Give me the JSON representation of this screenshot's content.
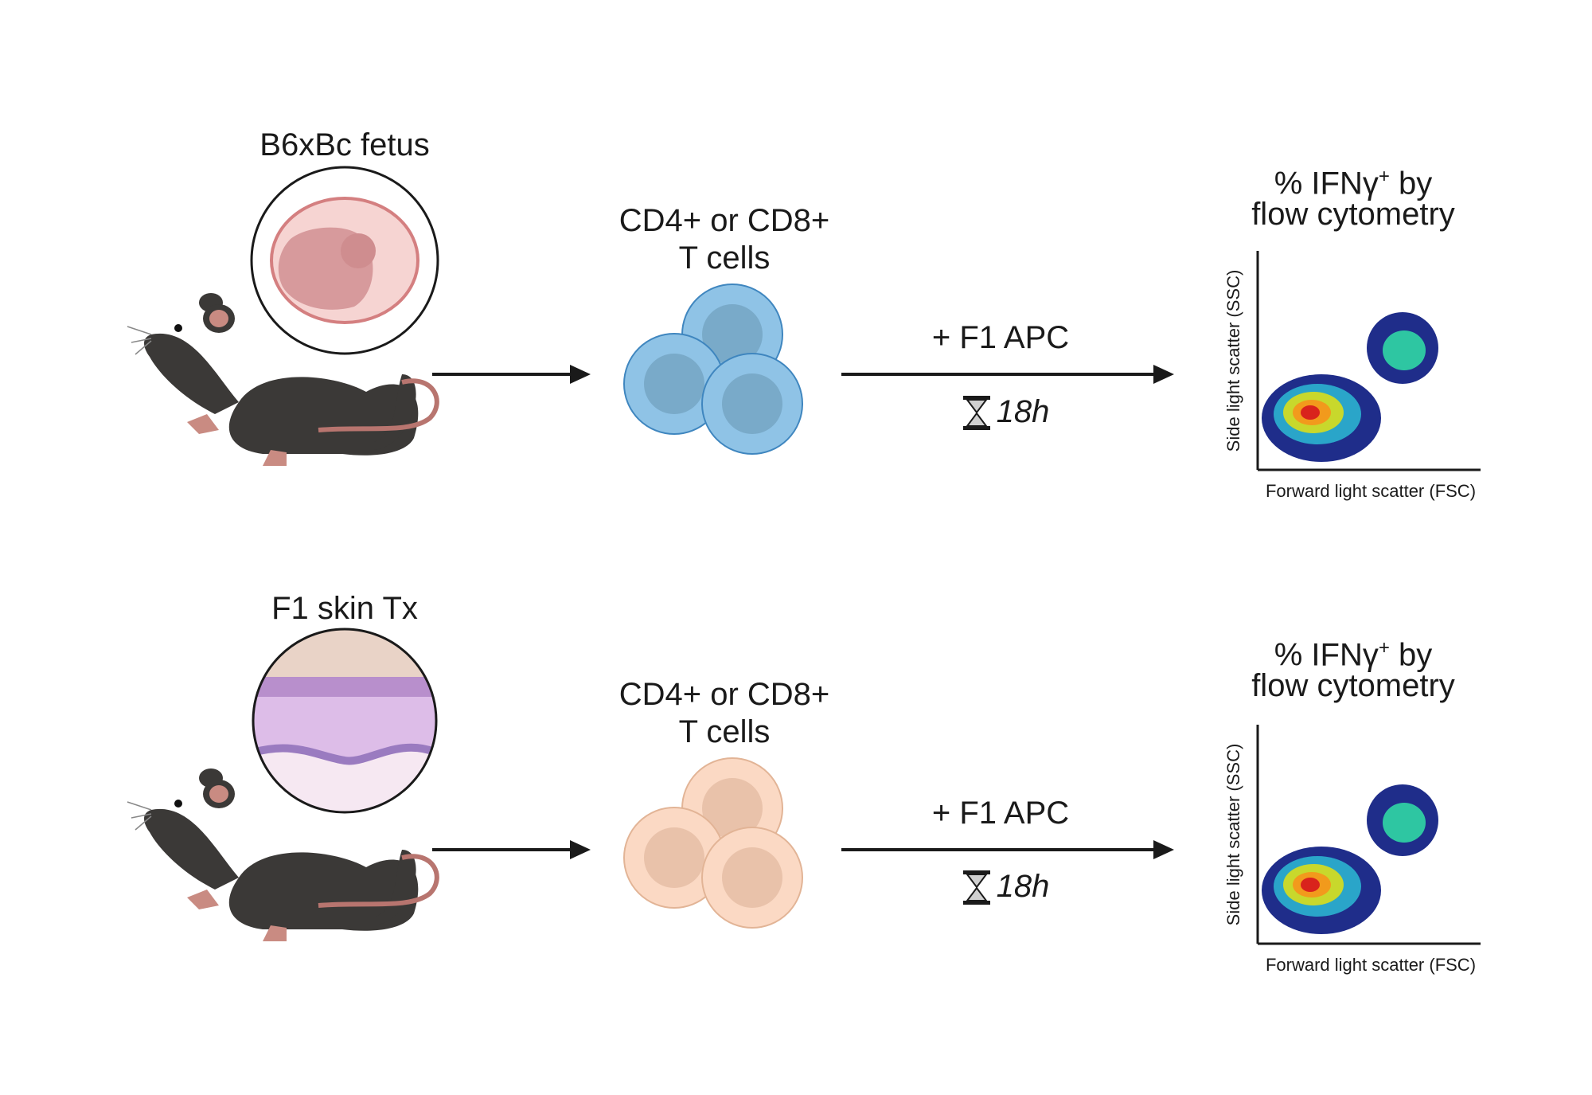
{
  "rows": [
    {
      "source_label": "B6xBc fetus",
      "cells_label_line1": "CD4+ or CD8+",
      "cells_label_line2": "T cells",
      "stim_label": "+ F1 APC",
      "duration": "18h",
      "readout_line1_prefix": "% IFNγ",
      "readout_line1_sup": "+",
      "readout_line1_suffix": " by",
      "readout_line2": "flow cytometry",
      "x_axis_label": "Forward light scatter (FSC)",
      "y_axis_label": "Side light scatter (SSC)",
      "cell_color": "#8fc3e6",
      "cell_edge": "#3f86bf",
      "cell_nucleus": "#79aac9"
    },
    {
      "source_label": "F1 skin Tx",
      "cells_label_line1": "CD4+ or CD8+",
      "cells_label_line2": "T cells",
      "stim_label": "+ F1 APC",
      "duration": "18h",
      "readout_line1_prefix": "% IFNγ",
      "readout_line1_sup": "+",
      "readout_line1_suffix": " by",
      "readout_line2": "flow cytometry",
      "x_axis_label": "Forward light scatter (FSC)",
      "y_axis_label": "Side light scatter (SSC)",
      "cell_color": "#fbd9c4",
      "cell_edge": "#e2b496",
      "cell_nucleus": "#e9c2aa"
    }
  ],
  "colors": {
    "mouse_body": "#3b3937",
    "mouse_tail": "#b8756f",
    "arrow": "#1a1a1a",
    "embryo": "#d79a9c",
    "skin_top": "#e9d3c7",
    "skin_mid": "#c9a7d8",
    "skin_base": "#f6e8f2"
  }
}
